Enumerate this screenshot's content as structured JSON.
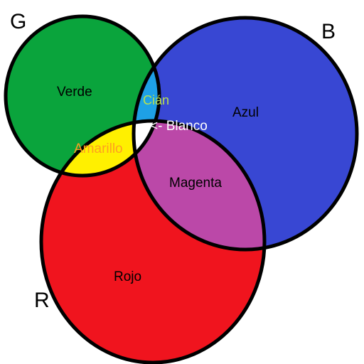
{
  "circle_letters": {
    "green": "G",
    "blue": "B",
    "red": "R"
  },
  "region_labels": {
    "green_only": "Verde",
    "blue_only": "Azul",
    "red_only": "Rojo",
    "green_blue": "Cián",
    "green_red": "Amarillo",
    "red_blue": "Magenta",
    "center": "<- Blanco"
  },
  "colors": {
    "green": "#0aa43c",
    "blue": "#3847d3",
    "red": "#f0141e",
    "cyan": "#1ea0e6",
    "yellow": "#fff000",
    "magenta": "#bb48a8",
    "white": "#ffffff",
    "stroke": "#000000",
    "cyan_label": "#b8e050",
    "yellow_label": "#ffa020",
    "white_label": "#ffffff",
    "dark_label": "#000000"
  }
}
